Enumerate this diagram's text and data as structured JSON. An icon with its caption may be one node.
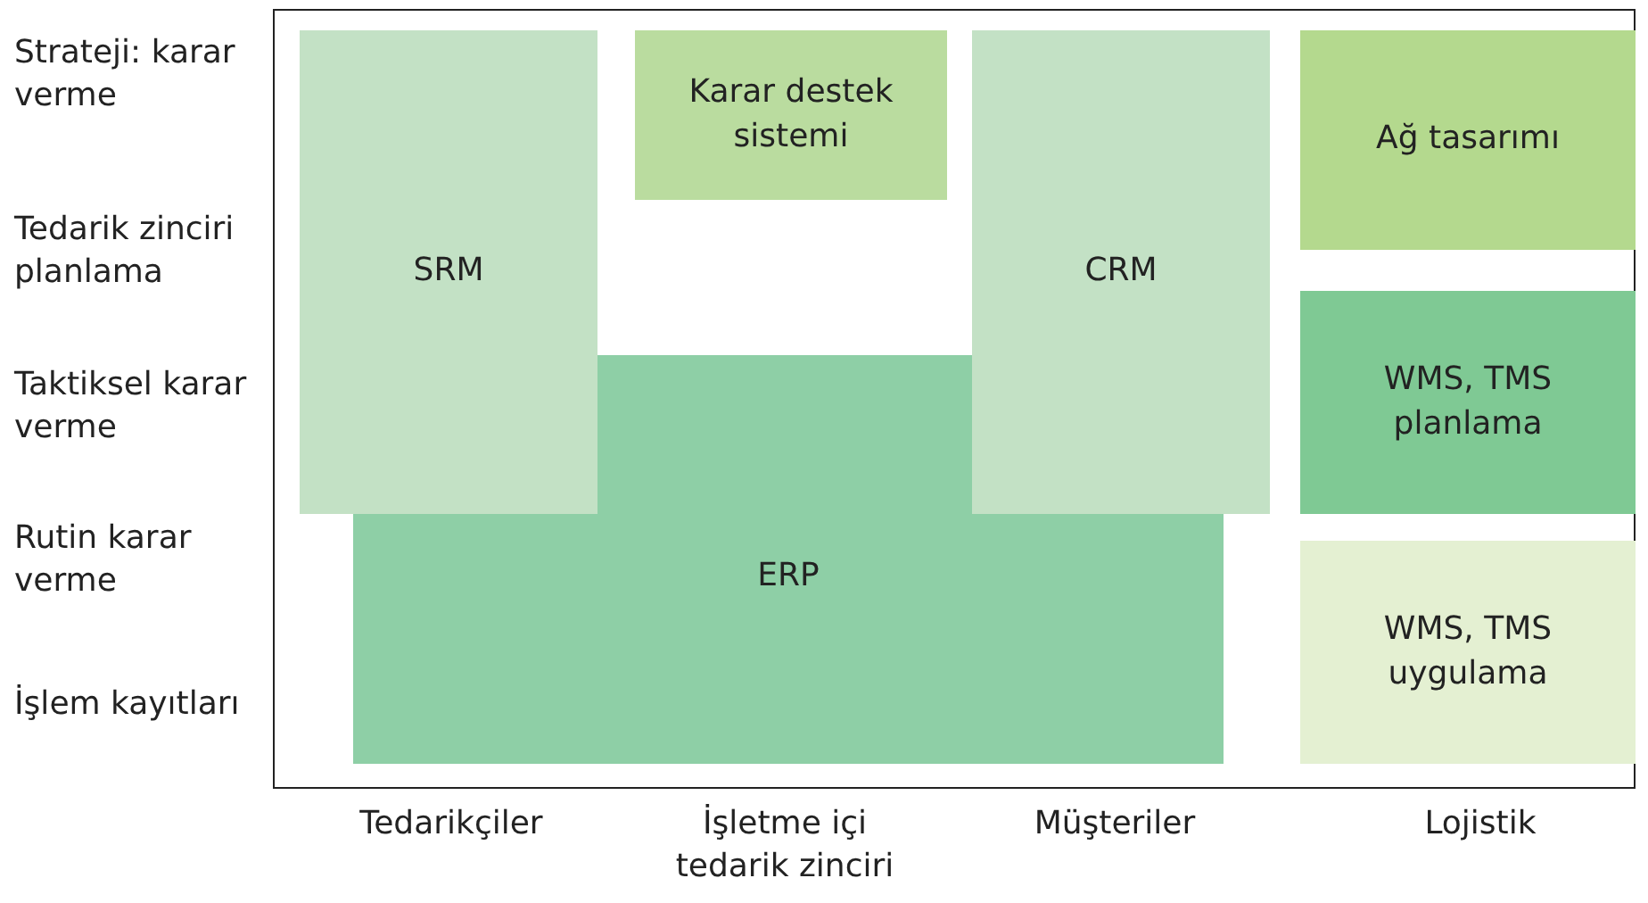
{
  "diagram": {
    "nodes": [
      {
        "text": [
          "SRM"
        ]
      },
      {
        "text": [
          "Karar destek sistemi"
        ]
      },
      {
        "text": [
          "CRM"
        ]
      },
      {
        "text": [
          "ERP"
        ]
      },
      {
        "text": [
          "Ağ tasarımı"
        ]
      },
      {
        "text": [
          "WMS, TMS planlama"
        ]
      },
      {
        "text": [
          "WMS, TMS uygulama"
        ]
      }
    ],
    "labels": [
      "Strateji: karar verme",
      "Tedarik zinciri planlama",
      "Taktiksel karar verme",
      "Rutin karar verme",
      "İşlem kayıtları",
      "Tedarikçiler",
      "İşletme içi tedarik zinciri",
      "Müşteriler",
      "Lojistik"
    ]
  }
}
